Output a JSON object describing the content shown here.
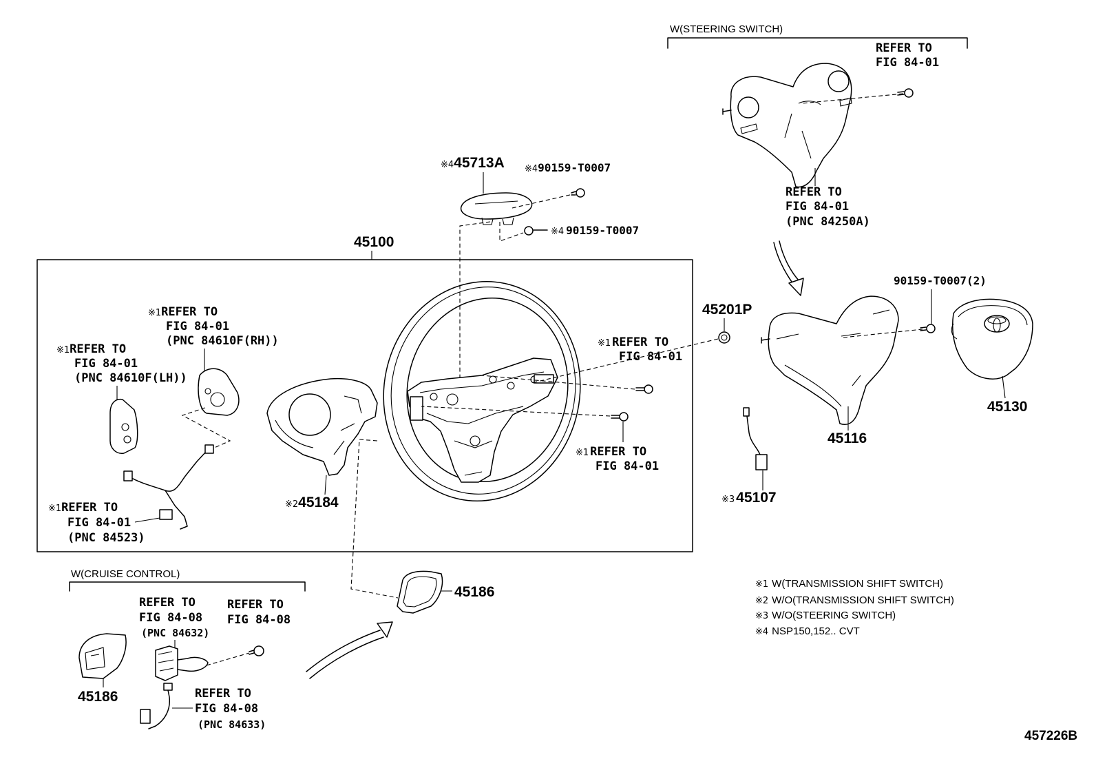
{
  "diagram_code": "457226B",
  "steering_switch": {
    "header": "W(STEERING SWITCH)",
    "ref_screw": {
      "line1": "REFER TO",
      "line2": "FIG 84-01"
    },
    "ref_switch": {
      "line1": "REFER TO",
      "line2": "FIG 84-01",
      "line3": "(PNC 84250A)"
    }
  },
  "cruise_control": {
    "header": "W(CRUISE CONTROL)",
    "ref_switch": {
      "line1": "REFER TO",
      "line2": "FIG 84-08",
      "line3": "(PNC 84632)"
    },
    "ref_screw": {
      "line1": "REFER TO",
      "line2": "FIG 84-08"
    },
    "ref_harness": {
      "line1": "REFER TO",
      "line2": "FIG 84-08",
      "line3": "(PNC 84633)"
    },
    "cover_part": "45186"
  },
  "parts": {
    "pad_ornament": {
      "mark": "※4",
      "number": "45713A"
    },
    "ornament_screw_upper": {
      "mark": "※4",
      "number": "90159-T0007"
    },
    "ornament_screw_lower": {
      "mark": "※4",
      "number": "90159-T0007"
    },
    "wheel_assy": "45100",
    "wheel_nut": "45201P",
    "pad_screw": "90159-T0007(2)",
    "pad_assy": "45130",
    "lower_cover": "45116",
    "wire": {
      "mark": "※3",
      "number": "45107"
    },
    "rear_cover": {
      "mark": "※2",
      "number": "45184"
    },
    "lower_cover_small": "45186"
  },
  "wheel_refs": {
    "switch_rh": {
      "mark": "※1",
      "line1": "REFER TO",
      "line2": "FIG 84-01",
      "line3": "(PNC 84610F(RH))"
    },
    "switch_lh": {
      "mark": "※1",
      "line1": "REFER TO",
      "line2": "FIG 84-01",
      "line3": "(PNC 84610F(LH))"
    },
    "bolt_upper": {
      "mark": "※1",
      "line1": "REFER TO",
      "line2": "FIG 84-01"
    },
    "bolt_lower": {
      "mark": "※1",
      "line1": "REFER TO",
      "line2": "FIG 84-01"
    },
    "harness": {
      "mark": "※1",
      "line1": "REFER TO",
      "line2": "FIG 84-01",
      "line3": "(PNC 84523)"
    }
  },
  "legend": [
    {
      "mark": "※1",
      "text": "W(TRANSMISSION SHIFT SWITCH)"
    },
    {
      "mark": "※2",
      "text": "W/O(TRANSMISSION SHIFT SWITCH)"
    },
    {
      "mark": "※3",
      "text": "W/O(STEERING SWITCH)"
    },
    {
      "mark": "※4",
      "text": "NSP150,152.. CVT"
    }
  ]
}
